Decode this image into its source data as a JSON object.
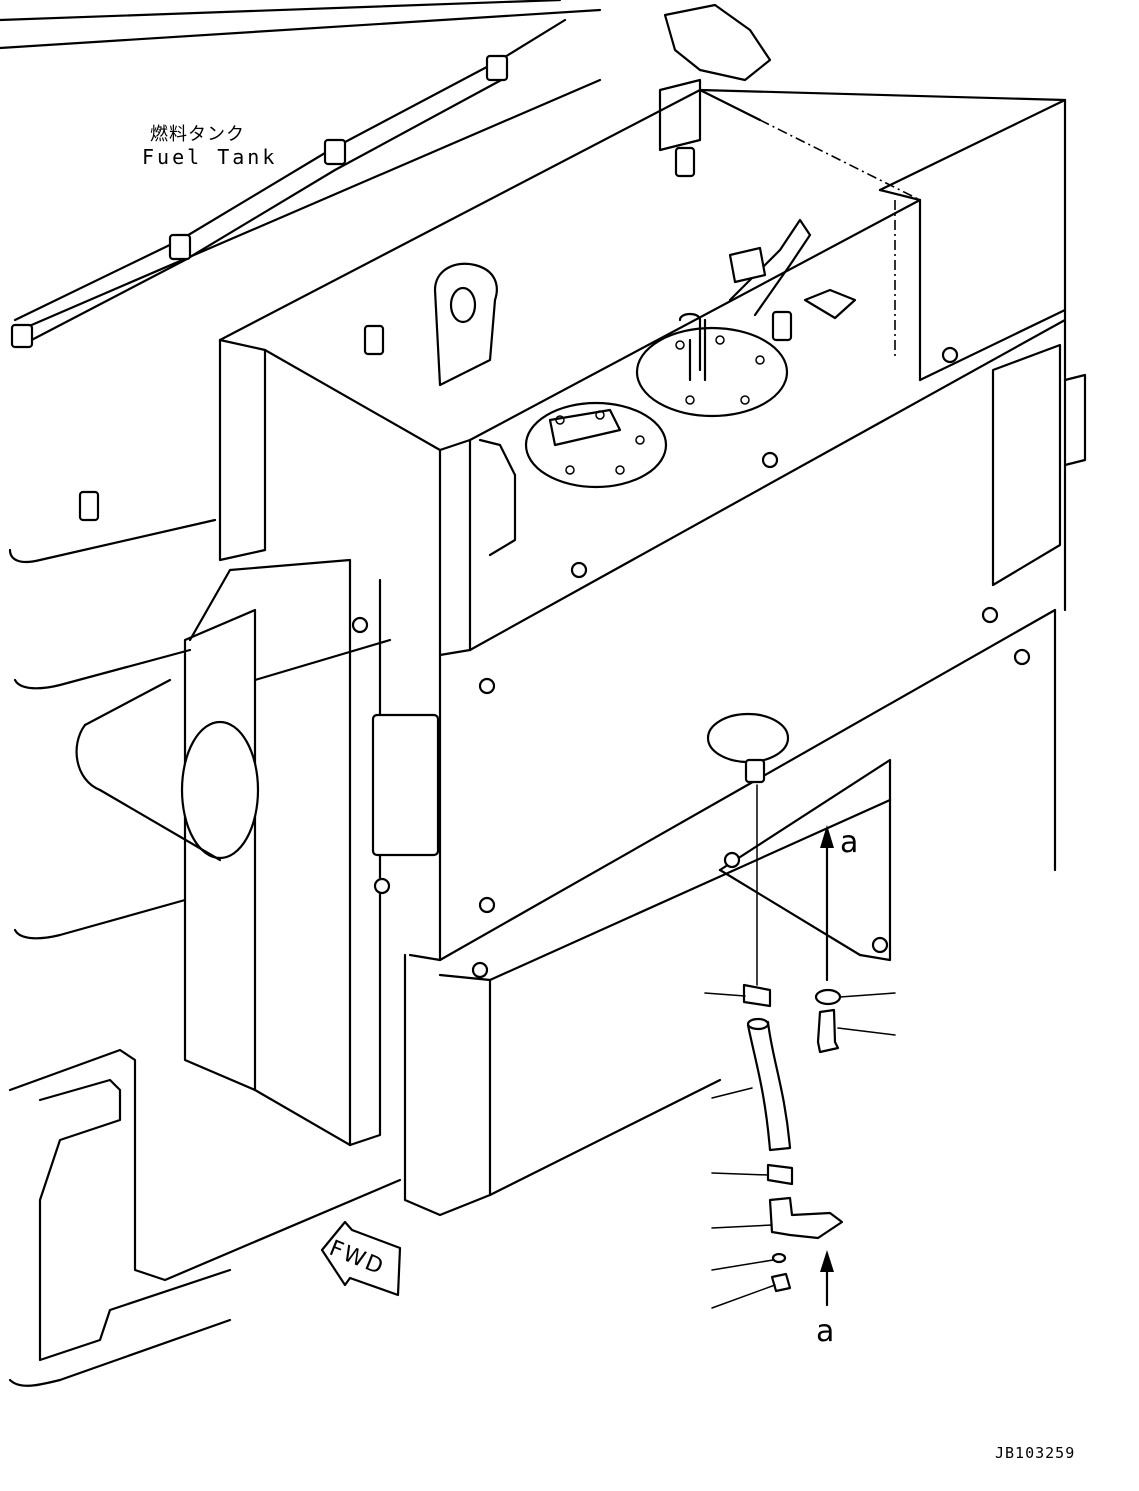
{
  "labels": {
    "fuel_tank_jp": "燃料タンク",
    "fuel_tank_en": "Fuel Tank",
    "view_arrow_top": "a",
    "view_arrow_bottom": "a",
    "forward_marker": "FWD",
    "drawing_code": "JB103259"
  },
  "colors": {
    "line": "#000000",
    "background": "#ffffff"
  }
}
